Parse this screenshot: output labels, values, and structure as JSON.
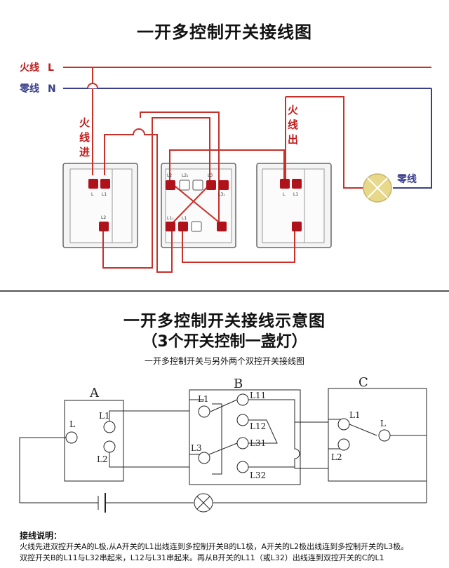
{
  "top": {
    "title": "一开多控制开关接线图",
    "live_label": "火线",
    "live_letter": "L",
    "neutral_label": "零线",
    "neutral_letter": "N",
    "in_label": [
      "火",
      "线",
      "进"
    ],
    "out_label": [
      "火",
      "线",
      "出"
    ],
    "lamp_neutral_label": "零线",
    "switch1_terminals": [
      "L",
      "L1",
      "L2"
    ],
    "switch2_terminals": [
      "L2",
      "L2₁",
      "L3",
      "L3₁",
      "L1₁",
      "L1"
    ],
    "switch3_terminals": [
      "L",
      "L1"
    ]
  },
  "bottom": {
    "title": "一开多控制开关接线示意图",
    "title_sub": "（3个开关控制一盏灯）",
    "subtitle": "一开多控制开关与另外两个双控开关接线图",
    "box_a": "A",
    "box_b": "B",
    "box_c": "C",
    "a_terms": [
      "L",
      "L1",
      "L2"
    ],
    "b_terms": [
      "L1",
      "L11",
      "L12",
      "L3",
      "L31",
      "L32"
    ],
    "c_terms": [
      "L1",
      "L",
      "L2"
    ],
    "notes_title": "接线说明：",
    "notes_lines": [
      "火线先进双控开关A的L极,从A开关的L1出线连到多控制开关B的L1极，A开关的L2极出线连到多控制开关的L3极。",
      "双控开关B的L11与L32串起来，L12与L31串起来。再从B开关的L11（或L32）出线连到双控开关的C的L1"
    ]
  },
  "colors": {
    "wire_red": "#c8302a",
    "wire_blue": "#3a3f8c",
    "label_red": "#c21b1b",
    "terminal_red": "#b0121b",
    "lamp_yellow": "#e8d98a"
  }
}
